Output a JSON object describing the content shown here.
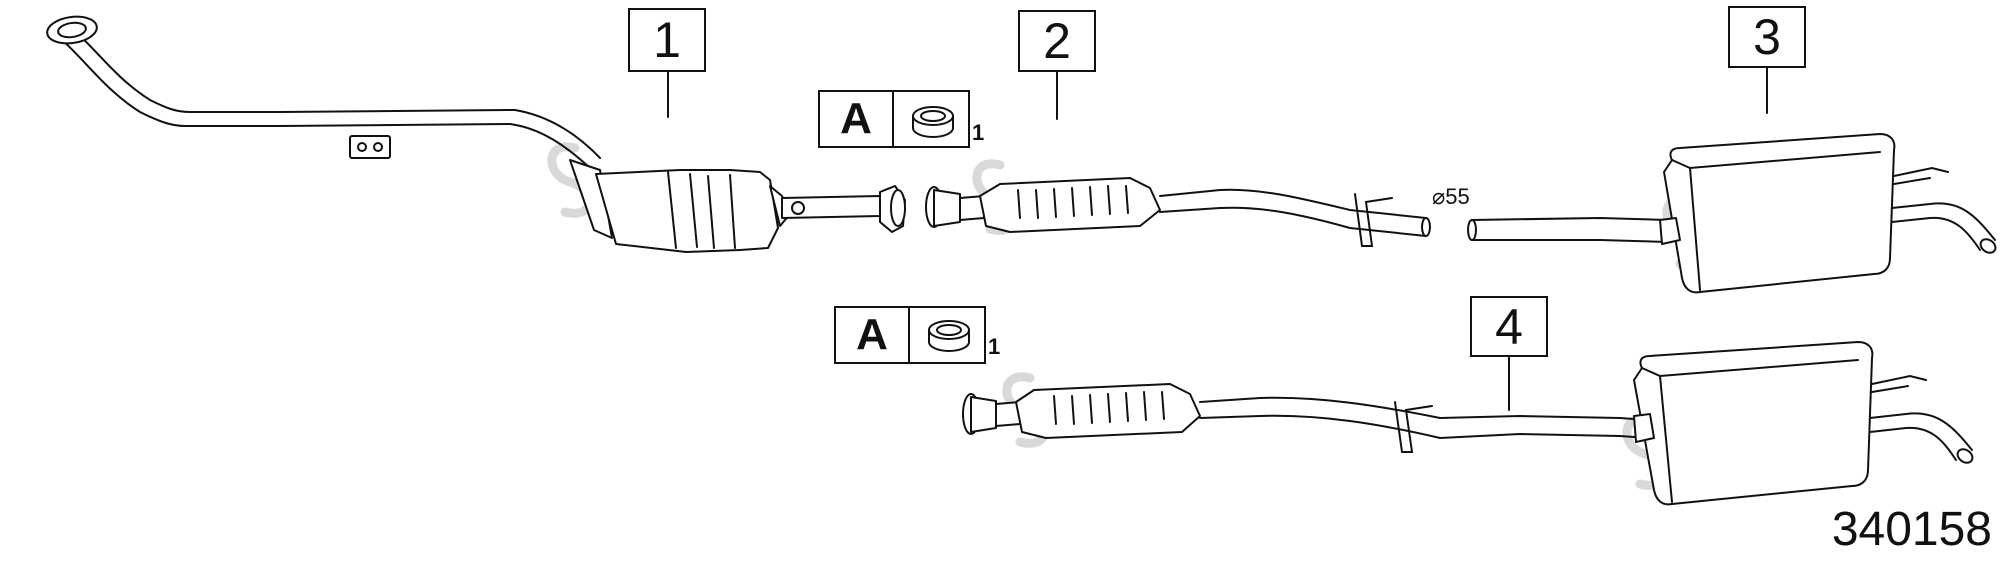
{
  "callouts": [
    {
      "label": "1"
    },
    {
      "label": "2"
    },
    {
      "label": "3"
    },
    {
      "label": "4"
    }
  ],
  "reference_boxes": [
    {
      "letter": "A",
      "quantity": "1"
    },
    {
      "letter": "A",
      "quantity": "1"
    }
  ],
  "dimension": {
    "diameter_label": "⌀55"
  },
  "diagram_code": "340158",
  "colors": {
    "line": "#111111",
    "watermark": "#d8d8d8"
  }
}
